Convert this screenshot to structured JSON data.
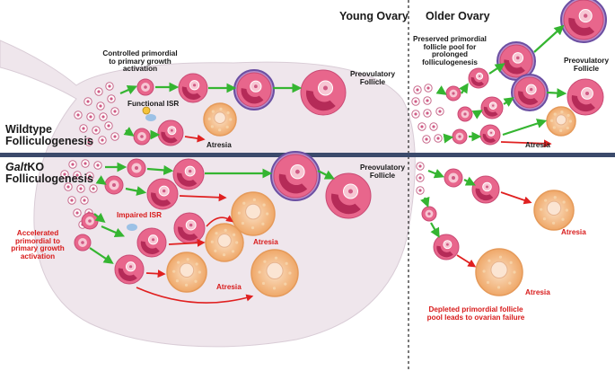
{
  "header": {
    "young": "Young Ovary",
    "older": "Older Ovary"
  },
  "rows": {
    "wildtype_line1": "Wildtype",
    "wildtype_line2": "Folliculogenesis",
    "ko_prefix": "Galt",
    "ko_line1_rest": "KO",
    "ko_line2": "Folliculogenesis"
  },
  "labels": {
    "controlled_1": "Controlled primordial",
    "controlled_2": "to primary growth",
    "controlled_3": "activation",
    "functional_isr": "Functional ISR",
    "atresia": "Atresia",
    "preovulatory_1": "Preovulatory",
    "preovulatory_2": "Follicle",
    "impaired_isr": "Impaired ISR",
    "accelerated_1": "Accelerated",
    "accelerated_2": "primordial to",
    "accelerated_3": "primary growth",
    "accelerated_4": "activation",
    "preserved_1": "Preserved primordial",
    "preserved_2": "follicle pool for",
    "preserved_3": "prolonged",
    "preserved_4": "folliculogenesis",
    "depleted_1": "Depleted primordial follicle",
    "depleted_2": "pool leads to ovarian failure"
  },
  "colors": {
    "ovary_fill": "#efe6ec",
    "follicle_outer": "#e8668c",
    "oocyte": "#f7c6d3",
    "antrum": "#b52b58",
    "theca": "#6b4fa2",
    "atretic": "#f3b37c",
    "green_arrow": "#35b531",
    "red_arrow": "#e02020",
    "divider": "#3b4a6b"
  }
}
